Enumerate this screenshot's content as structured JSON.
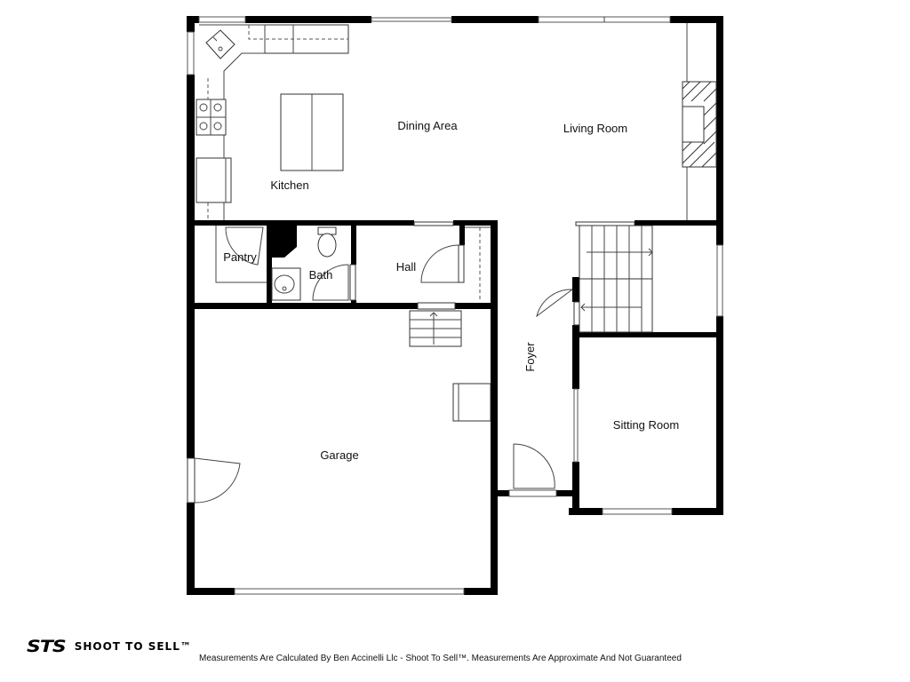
{
  "rooms": {
    "dining_area": "Dining Area",
    "living_room": "Living Room",
    "kitchen": "Kitchen",
    "pantry": "Pantry",
    "bath": "Bath",
    "hall": "Hall",
    "foyer": "Foyer",
    "sitting_room": "Sitting Room",
    "garage": "Garage"
  },
  "logo": {
    "mark": "STS",
    "text": "SHOOT TO SELL™"
  },
  "footer": {
    "disclaimer": "Measurements Are Calculated By Ben Accinelli Llc - Shoot To Sell™. Measurements Are Approximate And Not Guaranteed"
  },
  "colors": {
    "walls": "#000000",
    "background": "#ffffff"
  }
}
